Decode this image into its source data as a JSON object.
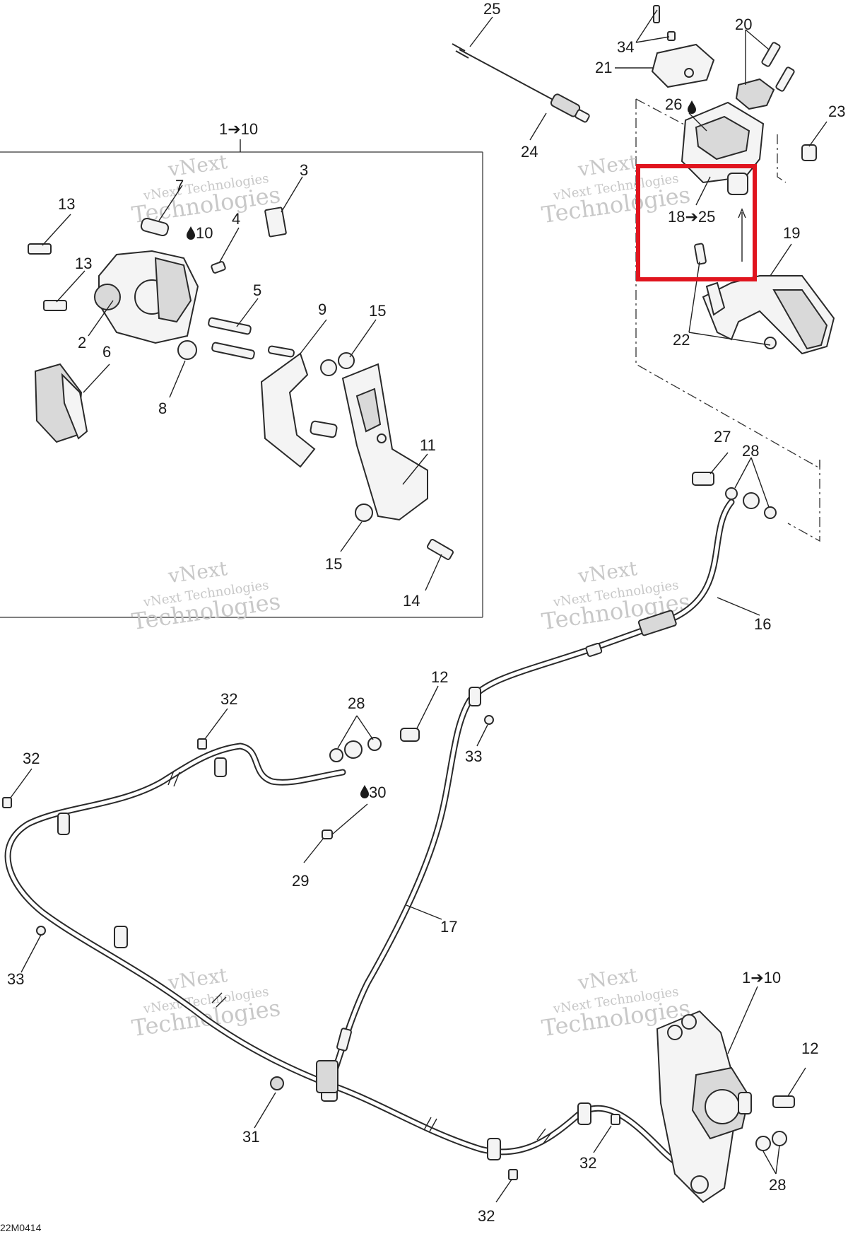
{
  "diagram_code": "22M0414",
  "watermark": {
    "line1": "vNext",
    "line2": "vNext Technologies",
    "line3": "Technologies"
  },
  "highlight_color": "#e0141e",
  "callouts": {
    "c25": "25",
    "c34": "34",
    "c20": "20",
    "c21": "21",
    "c26": "26",
    "c23": "23",
    "c24": "24",
    "c1to10_top": "1➔10",
    "c18to25": "18➔25",
    "c19": "19",
    "c22": "22",
    "c3": "3",
    "c13a": "13",
    "c13b": "13",
    "c7": "7",
    "c10": "10",
    "c4": "4",
    "c2": "2",
    "c5": "5",
    "c9": "9",
    "c15a": "15",
    "c6": "6",
    "c8": "8",
    "c11": "11",
    "c15b": "15",
    "c14": "14",
    "c27": "27",
    "c28a": "28",
    "c16": "16",
    "c12a": "12",
    "c32a": "32",
    "c28b": "28",
    "c33a": "33",
    "c32b": "32",
    "c30": "30",
    "c29": "29",
    "c17": "17",
    "c33b": "33",
    "c1to10_bottom": "1➔10",
    "c12b": "12",
    "c31": "31",
    "c32c": "32",
    "c32d": "32",
    "c28c": "28"
  }
}
